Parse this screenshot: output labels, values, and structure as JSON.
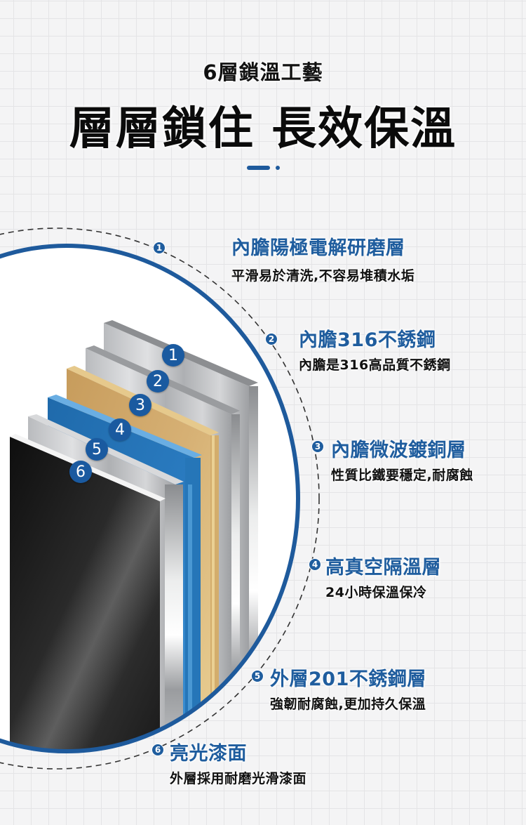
{
  "header": {
    "subtitle": "6層鎖溫工藝",
    "title": "層層鎖住 長效保溫"
  },
  "colors": {
    "accent": "#1f5d9e",
    "background": "#f4f4f5",
    "grid": "#e4e4e6",
    "ring": "#1e5a9c",
    "gold_layer": "#c9a264",
    "blue_layer": "#2574b6",
    "black_layer": "#1b1b1b"
  },
  "layers": [
    {
      "number": "1",
      "name": "內膽陽極電解研磨層",
      "description": "平滑易於清洗,不容易堆積水垢",
      "material": "brushed-steel"
    },
    {
      "number": "2",
      "name": "內膽316不銹鋼",
      "description": "內膽是316高品質不銹鋼",
      "material": "brushed-steel"
    },
    {
      "number": "3",
      "name": "內膽微波鍍銅層",
      "description": "性質比鐵要穩定,耐腐蝕",
      "material": "copper-gold"
    },
    {
      "number": "4",
      "name": "高真空隔溫層",
      "description": "24小時保溫保冷",
      "material": "blue-vacuum"
    },
    {
      "number": "5",
      "name": "外層201不銹鋼層",
      "description": "強韌耐腐蝕,更加持久保溫",
      "material": "brushed-steel"
    },
    {
      "number": "6",
      "name": "亮光漆面",
      "description": "外層採用耐磨光滑漆面",
      "material": "glossy-black"
    }
  ]
}
